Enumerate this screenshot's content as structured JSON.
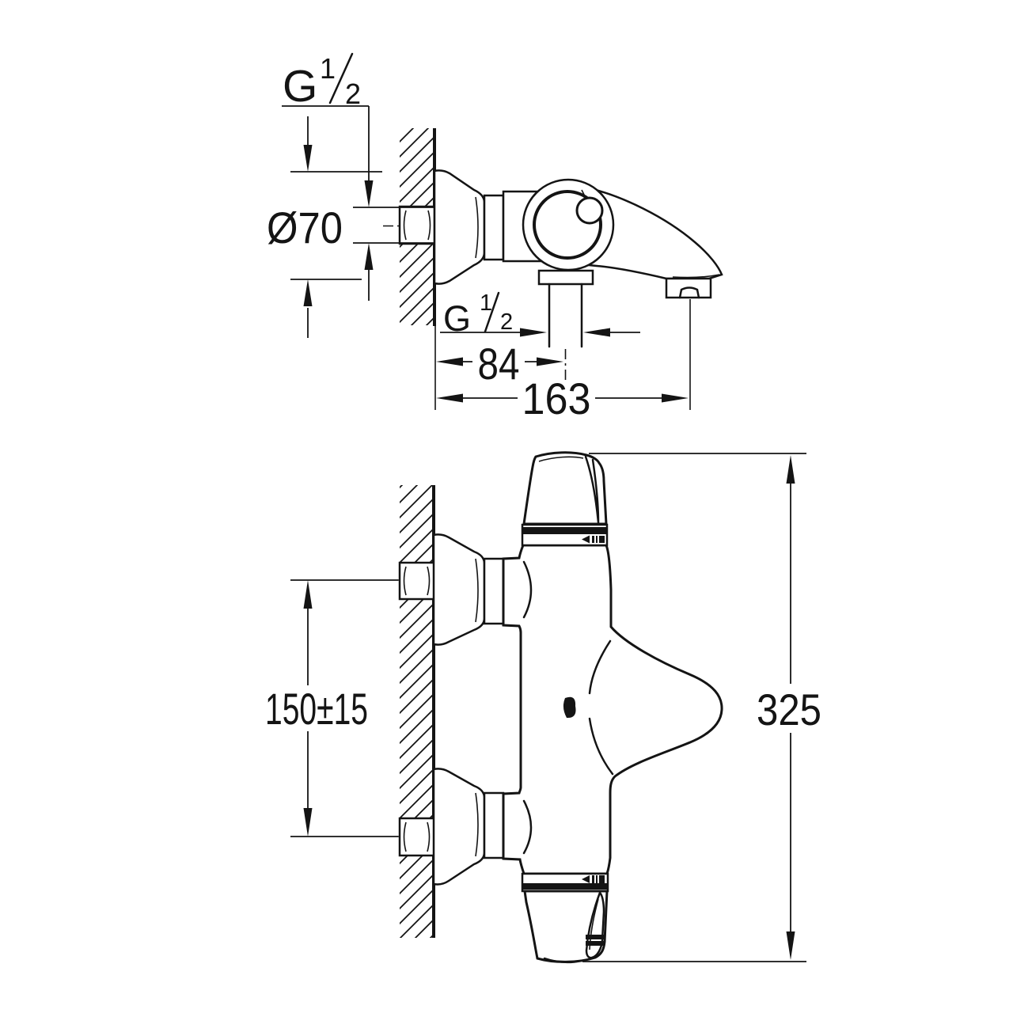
{
  "drawing": {
    "type": "technical-dimension-drawing",
    "subject": "wall-mounted thermostatic bath/shower mixer, side view (top) and profile view (bottom)",
    "colors": {
      "line": "#141414",
      "background": "#ffffff"
    },
    "labels": {
      "thread_top": {
        "prefix": "G",
        "numerator": "1",
        "denominator": "2"
      },
      "thread_bottom": {
        "prefix": "G",
        "numerator": "1",
        "denominator": "2"
      },
      "escutcheon_diameter": "Ø70",
      "outlet_offset": "84",
      "spout_reach": "163",
      "inlet_spacing": "150±15",
      "overall_height": "325"
    }
  }
}
